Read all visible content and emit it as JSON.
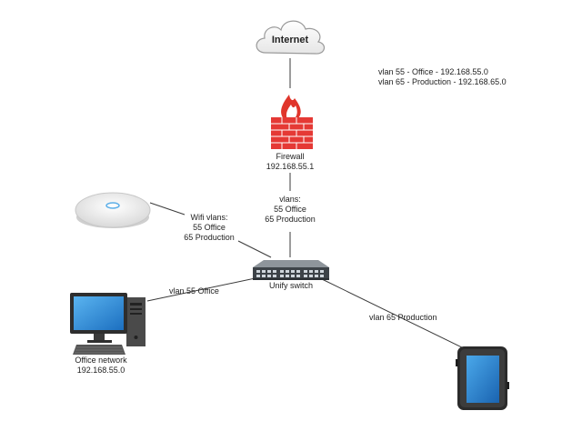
{
  "legend": {
    "line1": "vlan 55 - Office - 192.168.55.0",
    "line2": "vlan 65 - Production - 192.168.65.0"
  },
  "nodes": {
    "internet": {
      "label": "Internet"
    },
    "firewall": {
      "name": "Firewall",
      "ip": "192.168.55.1"
    },
    "switch": {
      "name": "Unify switch"
    },
    "office_pc": {
      "name": "Office network",
      "ip": "192.168.55.0"
    },
    "access_point": {
      "icon": "wifi-access-point-icon"
    },
    "tablet": {
      "icon": "tablet-icon"
    }
  },
  "links": {
    "firewall_switch": {
      "line1": "vlans:",
      "line2": "55 Office",
      "line3": "65 Production"
    },
    "ap_switch": {
      "line1": "Wifi vlans:",
      "line2": "55 Office",
      "line3": "65 Production"
    },
    "switch_pc": {
      "label": "vlan 55 Office"
    },
    "switch_tablet": {
      "label": "vlan 65 Production"
    }
  }
}
